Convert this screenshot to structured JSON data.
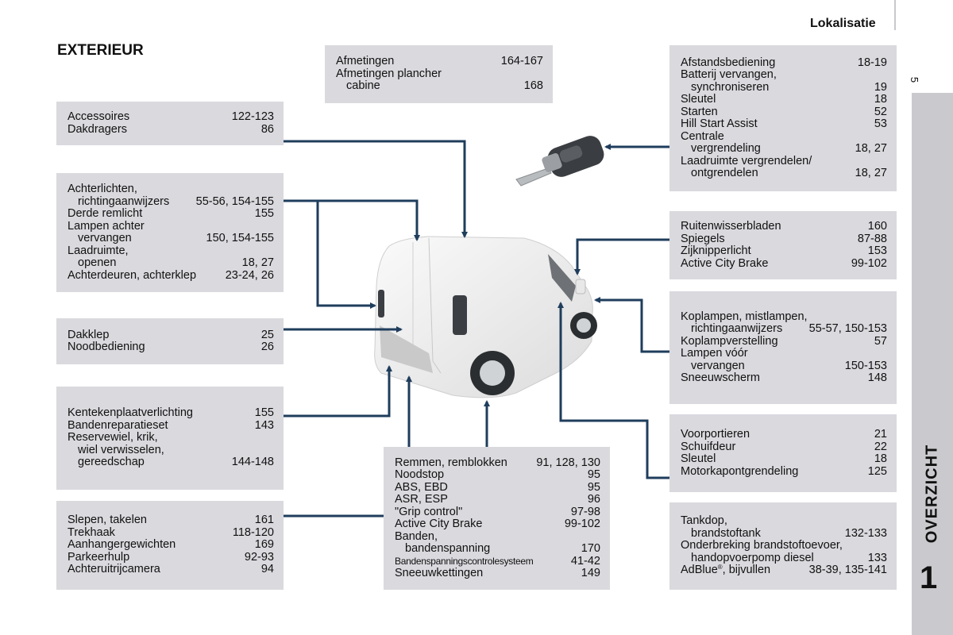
{
  "header": {
    "title": "Lokalisatie",
    "page_number": "5"
  },
  "side_tab": {
    "label": "OVERZICHT",
    "number": "1"
  },
  "section_title": "EXTERIEUR",
  "boxes": {
    "afmetingen": {
      "rows": [
        {
          "t": "Afmetingen",
          "p": "164-167"
        },
        {
          "t": "Afmetingen plancher",
          "p": ""
        },
        {
          "t": "cabine",
          "p": "168"
        }
      ]
    },
    "accessoires": {
      "rows": [
        {
          "t": "Accessoires",
          "p": "122-123"
        },
        {
          "t": "Dakdragers",
          "p": "86"
        }
      ]
    },
    "achterlichten": {
      "rows": [
        {
          "t": "Achterlichten,",
          "p": ""
        },
        {
          "t": "richtingaanwijzers",
          "p": "55-56, 154-155"
        },
        {
          "t": "Derde remlicht",
          "p": "155"
        },
        {
          "t": "Lampen achter",
          "p": ""
        },
        {
          "t": "vervangen",
          "p": "150, 154-155"
        },
        {
          "t": "Laadruimte,",
          "p": ""
        },
        {
          "t": "openen",
          "p": "18, 27"
        },
        {
          "t": "Achterdeuren, achterklep",
          "p": "23-24, 26"
        }
      ]
    },
    "dakklep": {
      "rows": [
        {
          "t": "Dakklep",
          "p": "25"
        },
        {
          "t": "Noodbediening",
          "p": "26"
        }
      ]
    },
    "kenteken": {
      "rows": [
        {
          "t": "Kentekenplaatverlichting",
          "p": "155"
        },
        {
          "t": "Bandenreparatieset",
          "p": "143"
        },
        {
          "t": "Reservewiel, krik,",
          "p": ""
        },
        {
          "t": "wiel verwisselen,",
          "p": ""
        },
        {
          "t": "gereedschap",
          "p": "144-148"
        }
      ]
    },
    "slepen": {
      "rows": [
        {
          "t": "Slepen, takelen",
          "p": "161"
        },
        {
          "t": "Trekhaak",
          "p": "118-120"
        },
        {
          "t": "Aanhangergewichten",
          "p": "169"
        },
        {
          "t": "Parkeerhulp",
          "p": "92-93"
        },
        {
          "t": "Achteruitrijcamera",
          "p": "94"
        }
      ]
    },
    "remmen": {
      "rows": [
        {
          "t": "Remmen, remblokken",
          "p": "91, 128, 130"
        },
        {
          "t": "Noodstop",
          "p": "95"
        },
        {
          "t": "ABS, EBD",
          "p": "95"
        },
        {
          "t": "ASR, ESP",
          "p": "96"
        },
        {
          "t": "\"Grip control\"",
          "p": "97-98"
        },
        {
          "t": "Active City Brake",
          "p": "99-102"
        },
        {
          "t": "Banden,",
          "p": ""
        },
        {
          "t": "bandenspanning",
          "p": "170"
        },
        {
          "t": "Bandenspanningscontrolesysteem",
          "p": "41-42"
        },
        {
          "t": "Sneeuwkettingen",
          "p": "149"
        }
      ]
    },
    "afstandsbediening": {
      "rows": [
        {
          "t": "Afstandsbediening",
          "p": "18-19"
        },
        {
          "t": "Batterij vervangen,",
          "p": ""
        },
        {
          "t": "synchroniseren",
          "p": "19"
        },
        {
          "t": "Sleutel",
          "p": "18"
        },
        {
          "t": "Starten",
          "p": "52"
        },
        {
          "t": "Hill Start Assist",
          "p": "53"
        },
        {
          "t": "Centrale",
          "p": ""
        },
        {
          "t": "vergrendeling",
          "p": "18, 27"
        },
        {
          "t": "Laadruimte vergrendelen/",
          "p": ""
        },
        {
          "t": "ontgrendelen",
          "p": "18, 27"
        }
      ]
    },
    "ruitenwisser": {
      "rows": [
        {
          "t": "Ruitenwisserbladen",
          "p": "160"
        },
        {
          "t": "Spiegels",
          "p": "87-88"
        },
        {
          "t": "Zijknipperlicht",
          "p": "153"
        },
        {
          "t": "Active City Brake",
          "p": "99-102"
        }
      ]
    },
    "koplampen": {
      "rows": [
        {
          "t": "Koplampen, mistlampen,",
          "p": ""
        },
        {
          "t": "richtingaanwijzers",
          "p": "55-57, 150-153"
        },
        {
          "t": "Koplampverstelling",
          "p": "57"
        },
        {
          "t": "Lampen vóór",
          "p": ""
        },
        {
          "t": "vervangen",
          "p": "150-153"
        },
        {
          "t": "Sneeuwscherm",
          "p": "148"
        }
      ]
    },
    "voorportieren": {
      "rows": [
        {
          "t": "Voorportieren",
          "p": "21"
        },
        {
          "t": "Schuifdeur",
          "p": "22"
        },
        {
          "t": "Sleutel",
          "p": "18"
        },
        {
          "t": "Motorkapontgrendeling",
          "p": "125"
        }
      ]
    },
    "tankdop": {
      "rows": [
        {
          "t": "Tankdop,",
          "p": ""
        },
        {
          "t": "brandstoftank",
          "p": "132-133"
        },
        {
          "t": "Onderbreking brandstoftoevoer,",
          "p": ""
        },
        {
          "t": "handopvoerpomp diesel",
          "p": "133"
        },
        {
          "t": "AdBlue",
          "sup": "®",
          "t2": ", bijvullen",
          "p": "38-39, 135-141"
        }
      ]
    }
  },
  "colors": {
    "box_bg": "#d9d9de",
    "line": "#1f3d5c",
    "tab_bg": "#cacace"
  }
}
